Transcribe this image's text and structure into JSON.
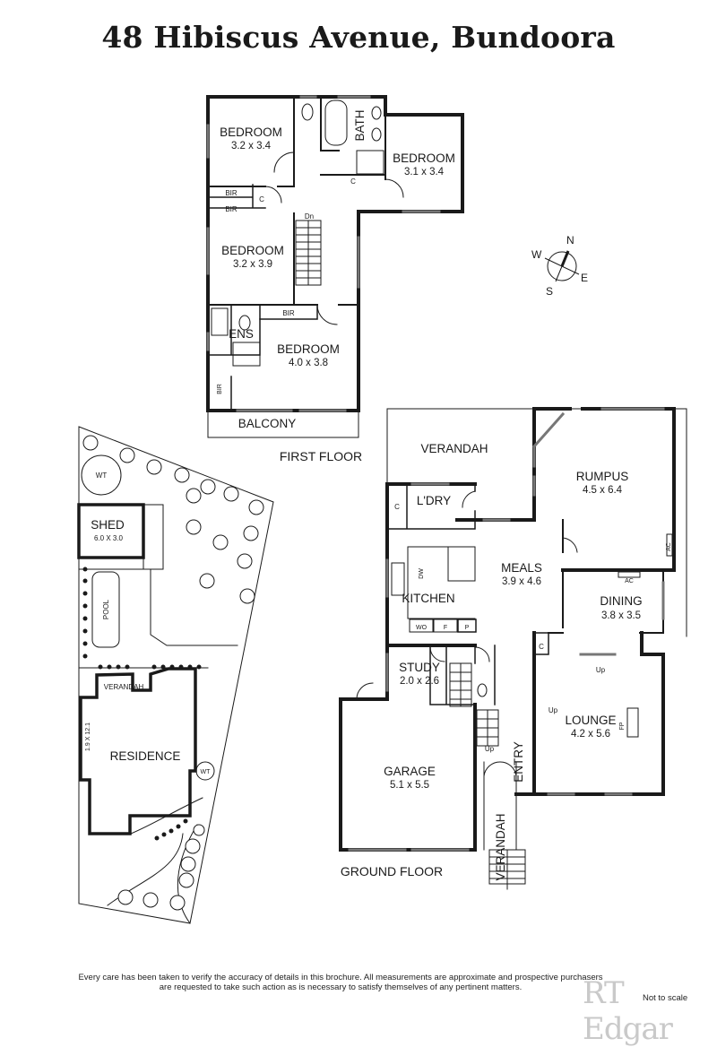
{
  "title": "48 Hibiscus Avenue, Bundoora",
  "first_floor": {
    "label": "FIRST FLOOR",
    "rooms": [
      {
        "name": "BEDROOM",
        "dims": "3.2 x 3.4"
      },
      {
        "name": "BEDROOM",
        "dims": "3.1 x 3.4"
      },
      {
        "name": "BEDROOM",
        "dims": "3.2 x 3.9"
      },
      {
        "name": "BEDROOM",
        "dims": "4.0 x 3.8"
      }
    ],
    "labels": {
      "bath": "BATH",
      "ens": "ENS",
      "balcony": "BALCONY",
      "bir": "BIR",
      "cupboard": "C",
      "stairs_down": "Dn"
    }
  },
  "ground_floor": {
    "label": "GROUND FLOOR",
    "rooms": [
      {
        "name": "RUMPUS",
        "dims": "4.5 x 6.4"
      },
      {
        "name": "MEALS",
        "dims": "3.9 x 4.6"
      },
      {
        "name": "DINING",
        "dims": "3.8 x 3.5"
      },
      {
        "name": "KITCHEN",
        "dims": ""
      },
      {
        "name": "STUDY",
        "dims": "2.0 x 2.6"
      },
      {
        "name": "LOUNGE",
        "dims": "4.2 x 5.6"
      },
      {
        "name": "GARAGE",
        "dims": "5.1 x 5.5"
      }
    ],
    "labels": {
      "verandah": "VERANDAH",
      "laundry": "L'DRY",
      "entry": "ENTRY",
      "front_verandah": "VERANDAH",
      "cupboard": "C",
      "dishwasher": "DW",
      "wall_oven": "WO",
      "fridge": "F",
      "pantry": "P",
      "air_con": "AC",
      "fireplace": "FP",
      "up": "Up"
    }
  },
  "site_plan": {
    "shed": {
      "name": "SHED",
      "dims": "6.0 X 3.0"
    },
    "pool": "POOL",
    "residence": "RESIDENCE",
    "verandah": "VERANDAH",
    "water_tank": "WT",
    "side_dims": "1.9 X 12.1"
  },
  "compass": {
    "n": "N",
    "s": "S",
    "e": "E",
    "w": "W"
  },
  "footer": {
    "disclaimer_line1": "Every care has been taken to verify the accuracy of details in this brochure.  All measurements are approximate and prospective purchasers",
    "disclaimer_line2": "are requested to take such action as is necessary to satisfy themselves of any pertinent matters.",
    "brand": "RT Edgar",
    "scale_note": "Not to scale"
  }
}
